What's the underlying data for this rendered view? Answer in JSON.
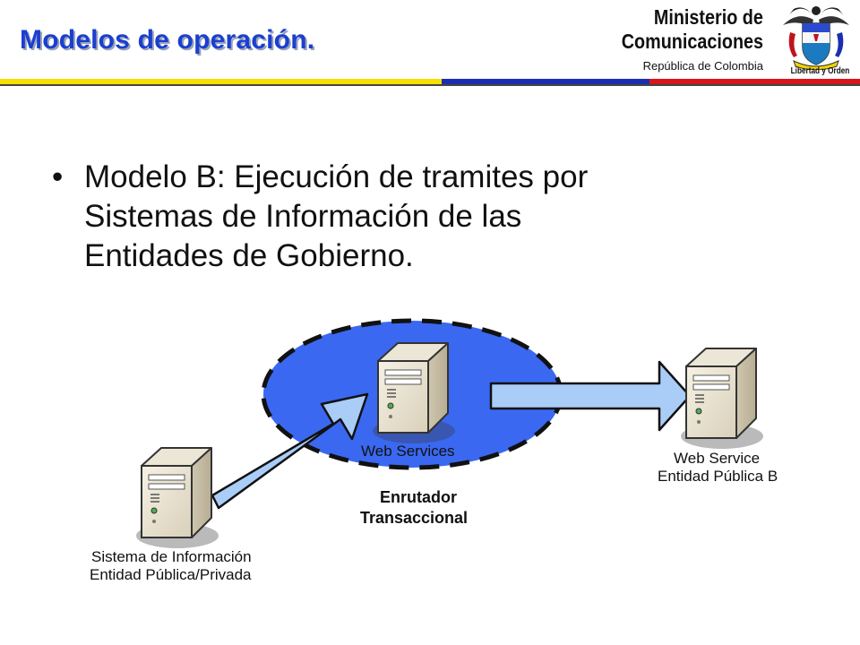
{
  "header": {
    "title": "Modelos de operación.",
    "ministry_line1": "Ministerio de",
    "ministry_line2": "Comunicaciones",
    "ministry_country": "República de Colombia",
    "crest_motto": "Libertad y Orden"
  },
  "colors": {
    "title": "#1a3fd0",
    "stripe_yellow": "#f8df00",
    "stripe_blue": "#1c2eb0",
    "stripe_red": "#d8141c",
    "router_fill": "#3a68f0",
    "arrow_fill": "#a9cdf7"
  },
  "bullet": {
    "symbol": "•",
    "text": "Modelo B: Ejecución de tramites por\nSistemas de Información de las\nEntidades de Gobierno."
  },
  "diagram": {
    "router_server_label": "Web Services",
    "router_caption_line1": "Enrutador",
    "router_caption_line2": "Transaccional",
    "target_label_line1": "Web Service",
    "target_label_line2": "Entidad Pública B",
    "source_label_line1": "Sistema de Información",
    "source_label_line2": "Entidad Pública/Privada",
    "icons": [
      "server-icon",
      "server-icon",
      "server-icon"
    ]
  }
}
